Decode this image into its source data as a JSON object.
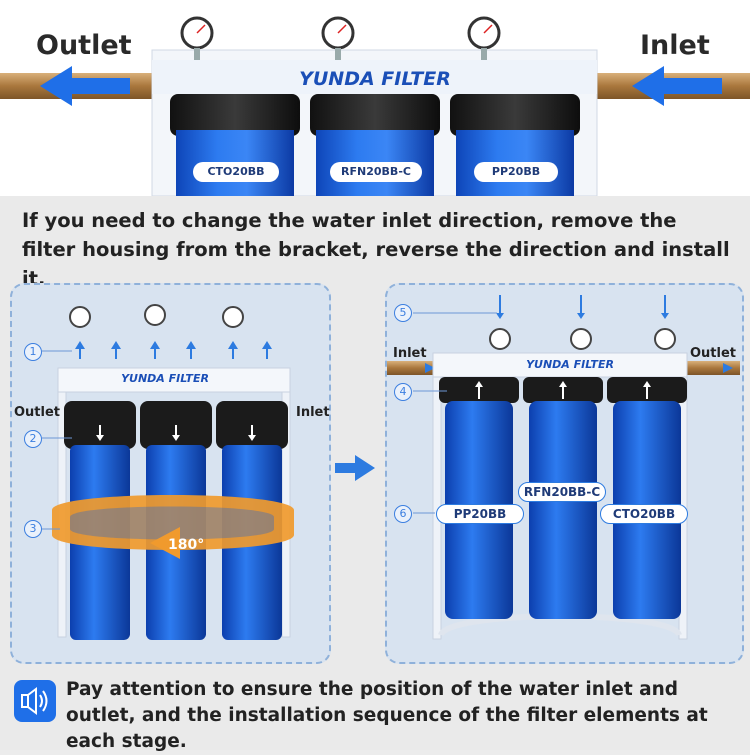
{
  "top": {
    "outlet_label": "Outlet",
    "inlet_label": "Inlet",
    "brand": "YUNDA FILTER",
    "filters": [
      "CTO20BB",
      "RFN20BB-C",
      "PP20BB"
    ]
  },
  "instruction": "If you need to change the water inlet direction, remove the filter housing from the bracket, reverse the direction and install it.",
  "left_panel": {
    "brand": "YUNDA FILTER",
    "outlet_label": "Outlet",
    "inlet_label": "Inlet",
    "rotation_label": "180°",
    "step_numbers": [
      "1",
      "2",
      "3"
    ]
  },
  "right_panel": {
    "brand": "YUNDA FILTER",
    "inlet_label": "Inlet",
    "outlet_label": "Outlet",
    "filters": [
      "PP20BB",
      "RFN20BB-C",
      "CTO20BB"
    ],
    "step_numbers": [
      "4",
      "5",
      "6"
    ]
  },
  "note": "Pay attention to ensure the position of the water inlet and outlet, and the installation sequence of the filter elements at each stage.",
  "colors": {
    "accent": "#2d7be0",
    "housing": "#1e63d6",
    "orange": "#f0922a",
    "pipe": "#b5894f"
  },
  "icons": [
    "speaker-icon",
    "arrow-right-icon",
    "pressure-gauge-icon"
  ]
}
